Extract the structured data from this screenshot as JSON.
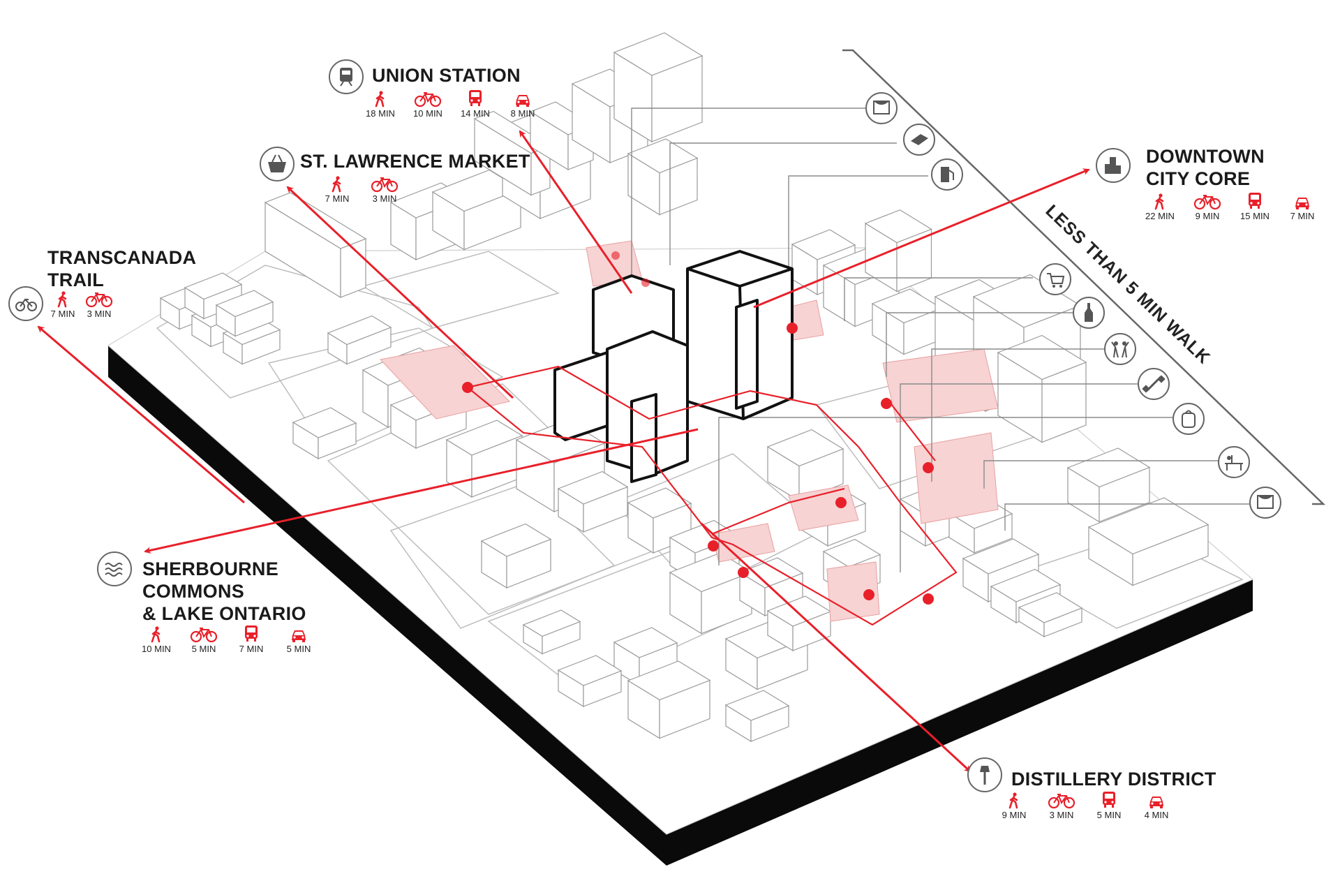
{
  "destinations": {
    "union_station": {
      "title": "UNION STATION",
      "icon": "train-icon",
      "times": [
        {
          "mode": "walk",
          "label": "18 MIN"
        },
        {
          "mode": "bike",
          "label": "10 MIN"
        },
        {
          "mode": "bus",
          "label": "14 MIN"
        },
        {
          "mode": "car",
          "label": "8 MIN"
        }
      ]
    },
    "st_lawrence": {
      "title": "ST. LAWRENCE MARKET",
      "icon": "basket-icon",
      "times": [
        {
          "mode": "walk",
          "label": "7 MIN"
        },
        {
          "mode": "bike",
          "label": "3 MIN"
        }
      ]
    },
    "transcanada": {
      "title_line1": "TRANSCANADA",
      "title_line2": "TRAIL",
      "icon": "bicycle-icon",
      "times": [
        {
          "mode": "walk",
          "label": "7 MIN"
        },
        {
          "mode": "bike",
          "label": "3 MIN"
        }
      ]
    },
    "downtown": {
      "title_line1": "DOWNTOWN",
      "title_line2": "CITY CORE",
      "icon": "skyline-icon",
      "times": [
        {
          "mode": "walk",
          "label": "22 MIN"
        },
        {
          "mode": "bike",
          "label": "9 MIN"
        },
        {
          "mode": "bus",
          "label": "15 MIN"
        },
        {
          "mode": "car",
          "label": "7 MIN"
        }
      ]
    },
    "sherbourne": {
      "title_line1": "SHERBOURNE",
      "title_line2": "COMMONS",
      "title_line3": "& LAKE ONTARIO",
      "icon": "water-icon",
      "times": [
        {
          "mode": "walk",
          "label": "10 MIN"
        },
        {
          "mode": "bike",
          "label": "5 MIN"
        },
        {
          "mode": "bus",
          "label": "7 MIN"
        },
        {
          "mode": "car",
          "label": "5 MIN"
        }
      ]
    },
    "distillery": {
      "title": "DISTILLERY DISTRICT",
      "icon": "lamp-post-icon",
      "times": [
        {
          "mode": "walk",
          "label": "9 MIN"
        },
        {
          "mode": "bike",
          "label": "3 MIN"
        },
        {
          "mode": "bus",
          "label": "5 MIN"
        },
        {
          "mode": "car",
          "label": "4 MIN"
        }
      ]
    }
  },
  "walk_zone": {
    "label": "LESS THAN 5 MIN WALK"
  },
  "amenity_icons": [
    "theatre-icon",
    "book-icon",
    "fuel-pump-icon",
    "shopping-cart-icon",
    "bottle-icon",
    "people-icon",
    "dumbbell-icon",
    "backpack-icon",
    "desk-icon",
    "theatre-icon"
  ],
  "colors": {
    "accent": "#e8202a",
    "highlight": "#f7d3d3",
    "line": "#555555",
    "base": "#0a0a0a"
  }
}
